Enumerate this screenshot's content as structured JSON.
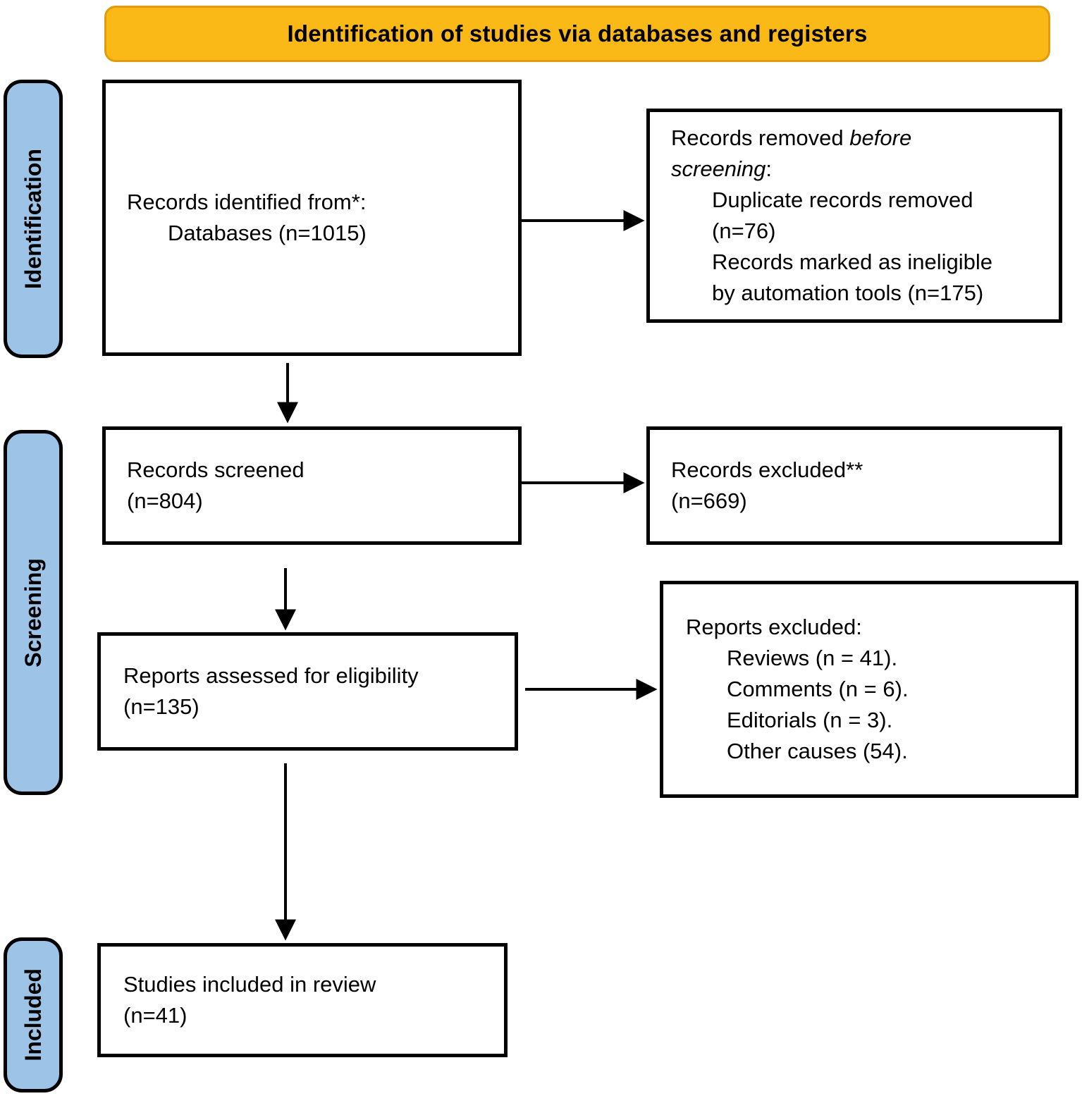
{
  "banner": {
    "title": "Identification of studies via databases and registers"
  },
  "stages": [
    {
      "label": "Identification"
    },
    {
      "label": "Screening"
    },
    {
      "label": "Included"
    }
  ],
  "boxes": {
    "identified": {
      "line1": "Records identified from*:",
      "line2": "Databases (n=1015)"
    },
    "removed": {
      "lead": "Records removed ",
      "lead_italic": "before screening",
      "lead_end": ":",
      "items": [
        "Duplicate records removed (n=76)",
        "Records marked as ineligible by automation tools (n=175)"
      ]
    },
    "screened": {
      "line1": "Records screened",
      "line2": "(n=804)"
    },
    "excluded_records": {
      "line1": "Records excluded**",
      "line2": "(n=669)"
    },
    "assessed": {
      "line1": "Reports assessed for eligibility",
      "line2": "(n=135)"
    },
    "excluded_reports": {
      "lead": "Reports excluded:",
      "items": [
        "Reviews (n = 41).",
        "Comments (n = 6).",
        "Editorials (n = 3).",
        "Other causes (54)."
      ]
    },
    "included": {
      "line1": "Studies included in review",
      "line2": "(n=41)"
    }
  },
  "colors": {
    "banner_fill": "#FBB917",
    "banner_border": "#DE9C0E",
    "stage_fill": "#9DC3E6",
    "box_border": "#000000"
  }
}
